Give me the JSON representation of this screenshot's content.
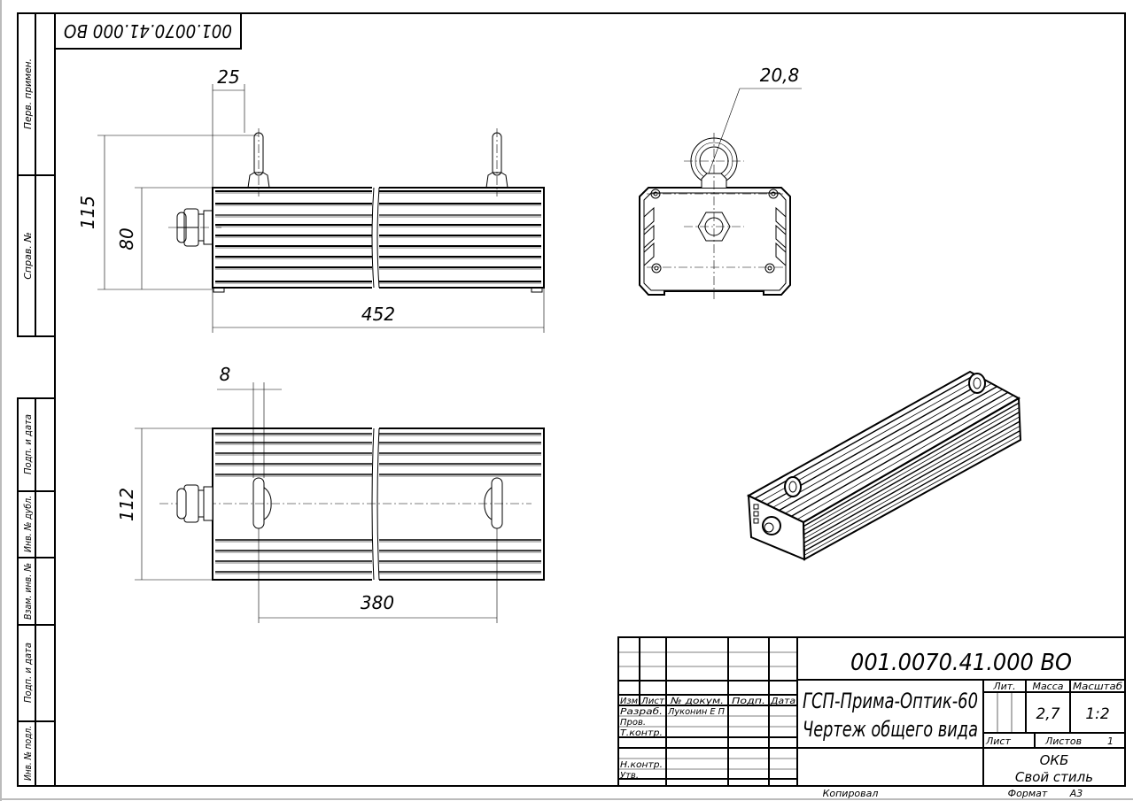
{
  "drawing": {
    "stamp_code_rotated": "001.0070.41.000 ВО",
    "dimensions": {
      "eyebolt_offset": "25",
      "total_height": "115",
      "body_height": "80",
      "length": "452",
      "ring_diameter": "20,8",
      "slot_width": "8",
      "width": "112",
      "mount_spacing": "380"
    }
  },
  "side_strip": {
    "top": [
      "Перв. примен.",
      "Справ. №"
    ],
    "bottom": [
      "Подп. и дата",
      "Инв. № дубл.",
      "Взам. инв. №",
      "Подп. и дата",
      "Инв. № подл."
    ]
  },
  "title_block": {
    "code": "001.0070.41.000 ВО",
    "name_line1": "ГСП-Прима-Оптик-60",
    "name_line2": "Чертеж общего вида",
    "headers": {
      "izm": "Изм",
      "list": "Лист",
      "doc": "№ докум.",
      "sign": "Подп.",
      "date": "Дата"
    },
    "roles": [
      "Разраб.",
      "Пров.",
      "Т.контр.",
      "",
      "Н.контр.",
      "Утв."
    ],
    "developer": "Луконин Е П",
    "lit_label": "Лит.",
    "mass_label": "Масса",
    "scale_label": "Масштаб",
    "mass": "2,7",
    "scale": "1:2",
    "sheet_label": "Лист",
    "sheets_label": "Листов",
    "sheets": "1",
    "org_line1": "ОКБ",
    "org_line2": "Свой стиль",
    "copied": "Копировал",
    "format_label": "Формат",
    "format": "А3"
  }
}
